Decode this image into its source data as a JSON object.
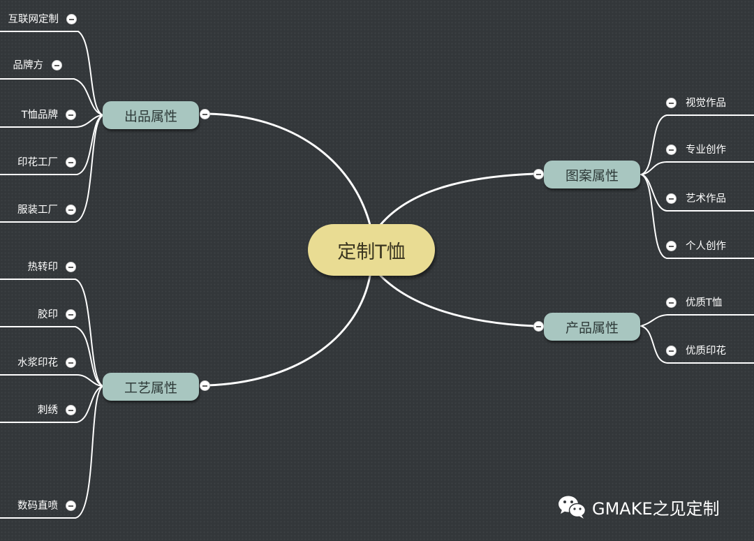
{
  "root": {
    "label": "定制T恤"
  },
  "branches": {
    "output": {
      "label": "出品属性",
      "children": [
        "互联网定制",
        "品牌方",
        "T恤品牌",
        "印花工厂",
        "服装工厂"
      ]
    },
    "craft": {
      "label": "工艺属性",
      "children": [
        "热转印",
        "胶印",
        "水浆印花",
        "刺绣",
        "数码直喷"
      ]
    },
    "pattern": {
      "label": "图案属性",
      "children": [
        "视觉作品",
        "专业创作",
        "艺术作品",
        "个人创作"
      ]
    },
    "product": {
      "label": "产品属性",
      "children": [
        "优质T恤",
        "优质印花"
      ]
    }
  },
  "watermark": {
    "icon": "wechat-icon",
    "text": "GMAKE之见定制"
  }
}
